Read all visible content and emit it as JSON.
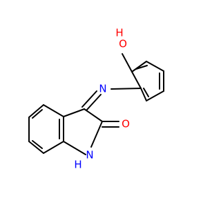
{
  "molecule": {
    "atoms": {
      "o_hydroxyl": {
        "label": "O",
        "color": "#ff0000"
      },
      "h_hydroxyl": {
        "label": "H",
        "color": "#ff0000"
      },
      "n_imine": {
        "label": "N",
        "color": "#0000ff"
      },
      "o_carbonyl": {
        "label": "O",
        "color": "#ff0000"
      },
      "n_amide": {
        "label": "N",
        "color": "#0000ff"
      },
      "h_amide": {
        "label": "H",
        "color": "#0000ff"
      }
    },
    "bond_color": "#000000"
  }
}
